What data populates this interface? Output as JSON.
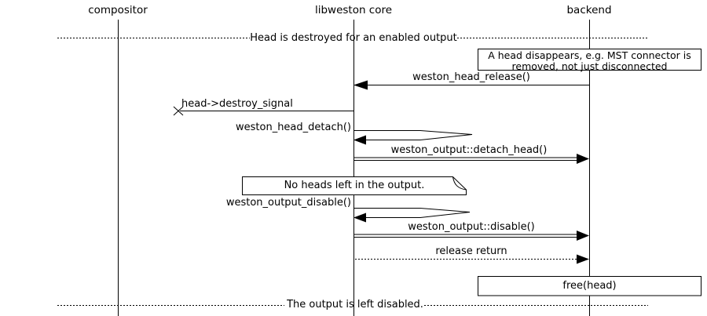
{
  "diagram_type": "sequence-diagram",
  "colors": {
    "stroke": "#000000",
    "background": "#ffffff"
  },
  "actors": [
    {
      "name": "compositor"
    },
    {
      "name": "libweston core"
    },
    {
      "name": "backend"
    }
  ],
  "dividers": [
    {
      "label": "Head is destroyed for an enabled output"
    },
    {
      "label": "The output is left disabled."
    }
  ],
  "notes": {
    "disappear": {
      "line1": "A head disappears, e.g. MST connector is",
      "line2": "removed, not just disconnected"
    },
    "no_heads": {
      "text": "No heads left in the output."
    },
    "free_head": {
      "text": "free(head)"
    }
  },
  "messages": [
    {
      "label": "weston_head_release()",
      "from": "backend",
      "to": "libweston core",
      "style": "solid-arrow-left"
    },
    {
      "label": "head->destroy_signal",
      "from": "libweston core",
      "to": "lost",
      "style": "lost-signal-x"
    },
    {
      "label": "weston_head_detach()",
      "from": "libweston core",
      "to": "libweston core",
      "style": "self-call"
    },
    {
      "label": "weston_output::detach_head()",
      "from": "libweston core",
      "to": "backend",
      "style": "double-line-call"
    },
    {
      "label": "weston_output_disable()",
      "from": "libweston core",
      "to": "libweston core",
      "style": "self-call"
    },
    {
      "label": "weston_output::disable()",
      "from": "libweston core",
      "to": "backend",
      "style": "double-line-call"
    },
    {
      "label": "release return",
      "from": "libweston core",
      "to": "backend",
      "style": "dotted-return"
    }
  ]
}
